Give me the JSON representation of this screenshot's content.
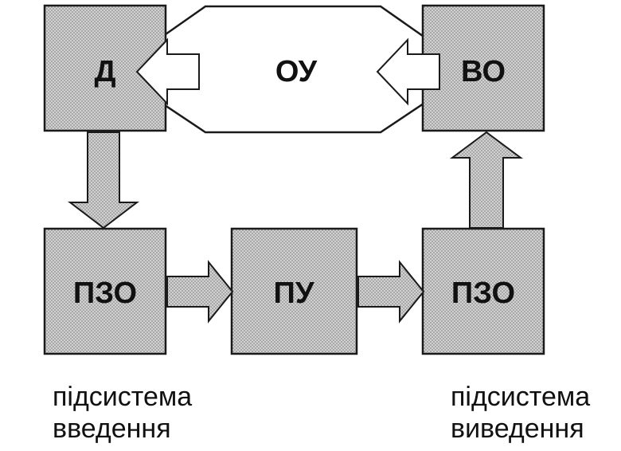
{
  "blocks": {
    "d": "Д",
    "ou": "ОУ",
    "vo": "ВО",
    "pzo_in": "ПЗО",
    "pu": "ПУ",
    "pzo_out": "ПЗО"
  },
  "captions": {
    "input_line1": "підсистема",
    "input_line2": "введення",
    "output_line1": "підсистема",
    "output_line2": "виведення"
  },
  "colors": {
    "block_fill": "#c8c8c8",
    "outline": "#1a1a1a",
    "hexagon_fill": "#ffffff"
  }
}
